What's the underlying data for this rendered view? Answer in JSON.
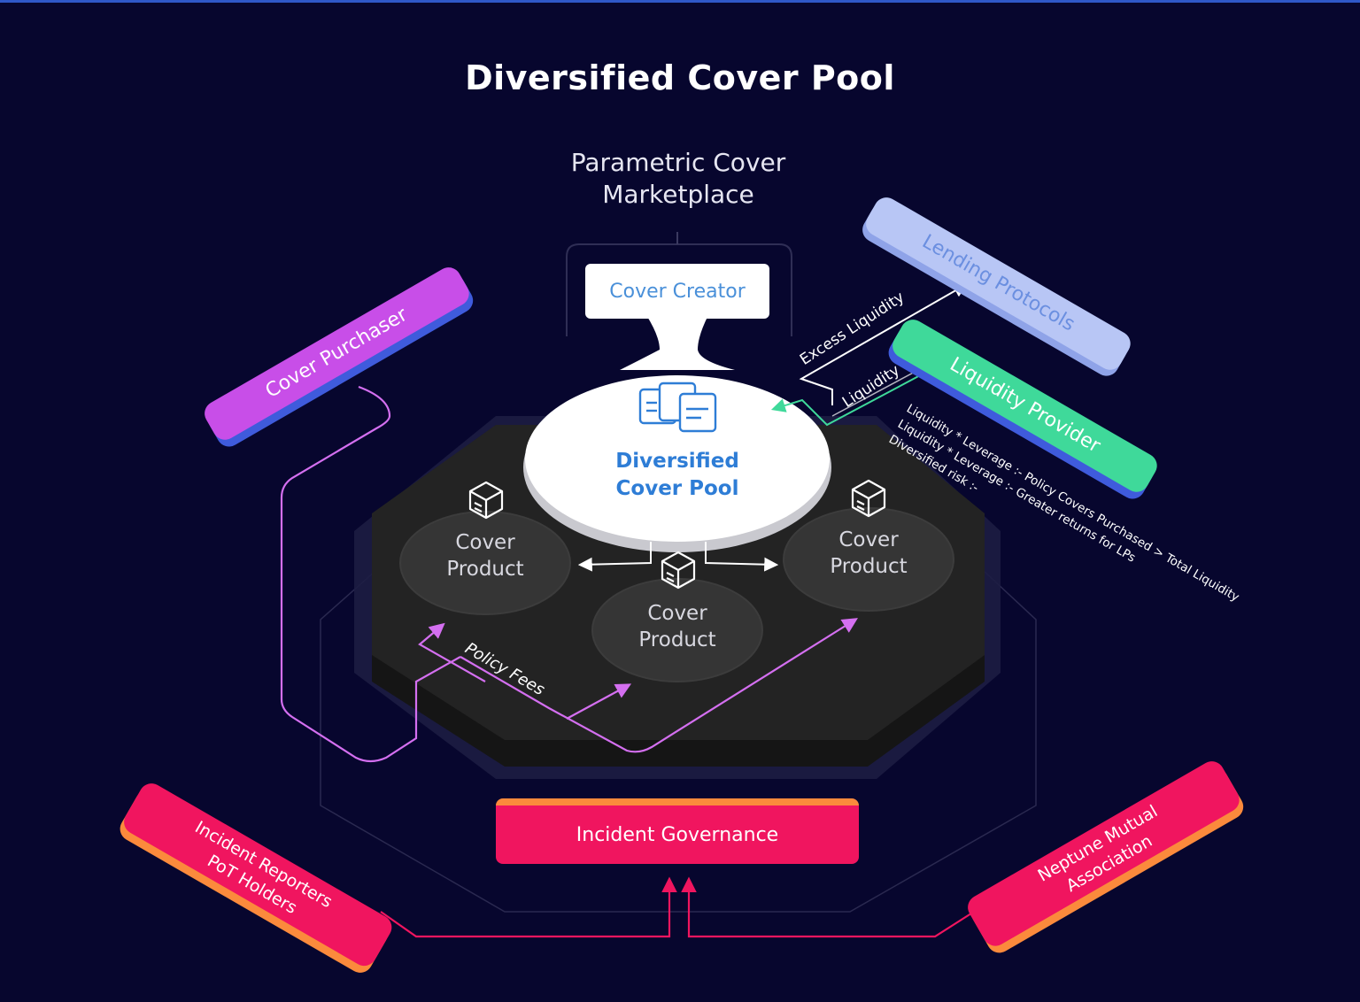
{
  "title": "Diversified Cover Pool",
  "marketplace": {
    "line1": "Parametric Cover",
    "line2": "Marketplace"
  },
  "cover_creator": "Cover Creator",
  "pool": {
    "line1": "Diversified",
    "line2": "Cover Pool"
  },
  "products": [
    {
      "line1": "Cover",
      "line2": "Product"
    },
    {
      "line1": "Cover",
      "line2": "Product"
    },
    {
      "line1": "Cover",
      "line2": "Product"
    }
  ],
  "actors": {
    "cover_purchaser": "Cover Purchaser",
    "lending_protocols": "Lending Protocols",
    "liquidity_provider": "Liquidity Provider",
    "incident_reporters": {
      "line1": "Incident Reporters",
      "line2": "PoT Holders"
    },
    "neptune_mutual": {
      "line1": "Neptune Mutual",
      "line2": "Association"
    },
    "incident_governance": "Incident Governance"
  },
  "flows": {
    "excess_liquidity": "Excess Liquidity",
    "liquidity": "Liquidity",
    "policy_fees": "Policy Fees"
  },
  "formula": [
    "Liquidity * Leverage :- Policy Covers Purchased > Total Liquidity",
    "Liquidity * Leverage :- Greater returns for LPs",
    "Diversified risk      :-"
  ],
  "colors": {
    "background": "#07062e",
    "purple": "#d46ff0",
    "lavender": "#b8c6f5",
    "green": "#3fd99a",
    "pink": "#f0155f",
    "orange": "#fb8a3c",
    "blue": "#2e7dd6"
  }
}
